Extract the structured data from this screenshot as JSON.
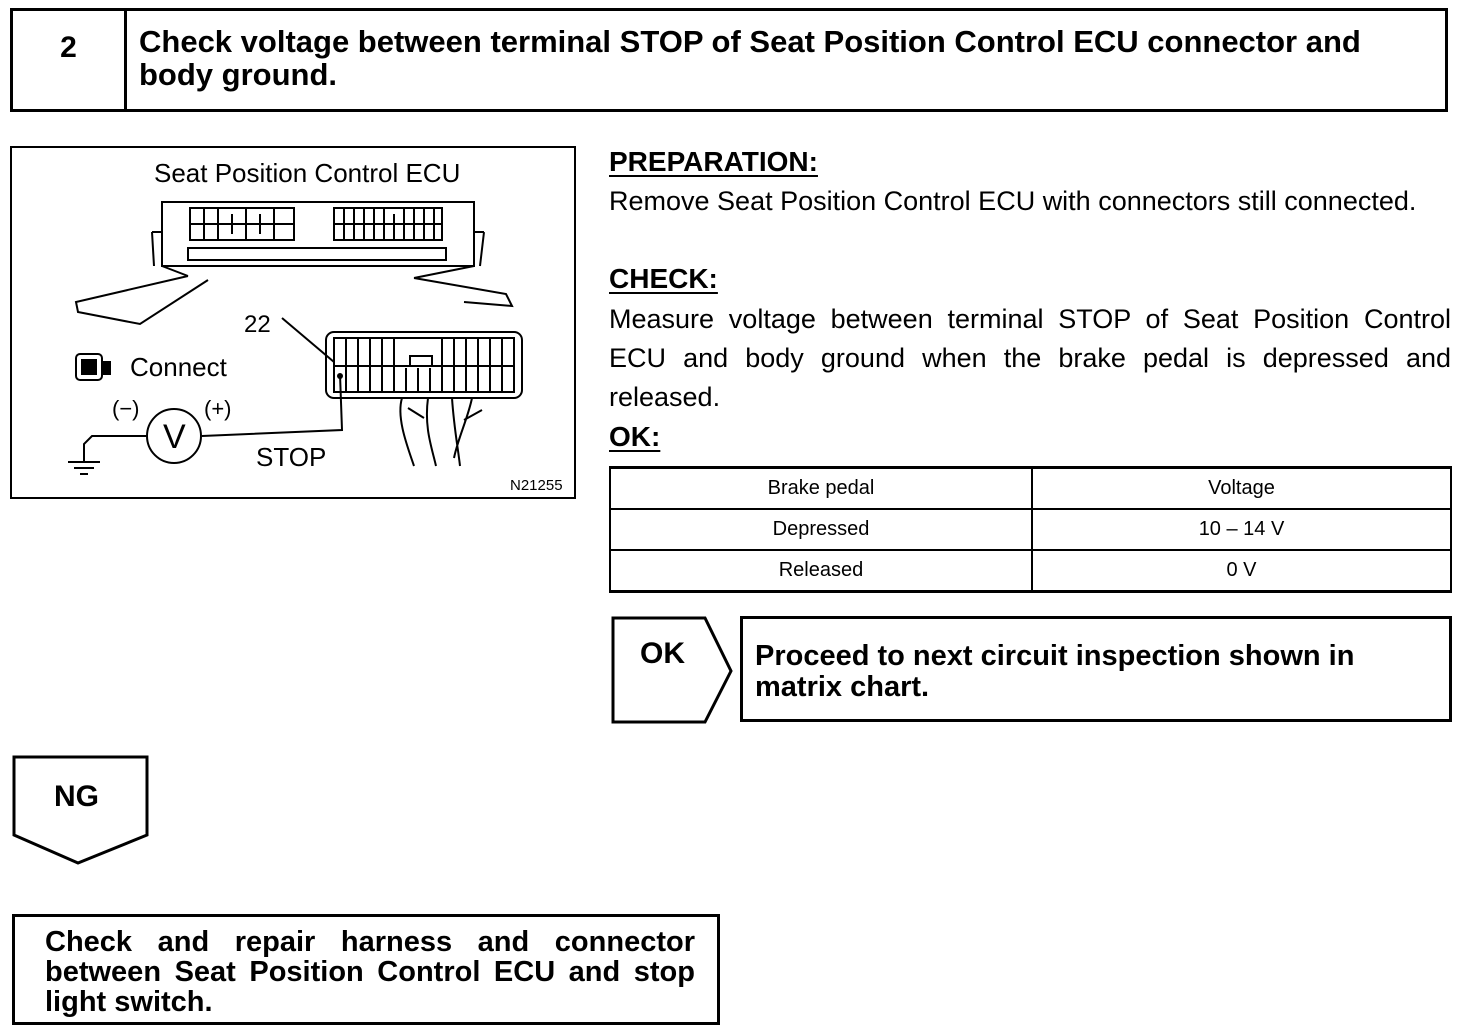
{
  "step": {
    "number": "2",
    "title": "Check voltage between terminal STOP of Seat Position Control ECU connector and body ground."
  },
  "figure": {
    "ecu_label": "Seat Position Control ECU",
    "terminal_number": "22",
    "connect_label": "Connect",
    "neg_label": "(−)",
    "pos_label": "(+)",
    "meter_symbol": "V",
    "stop_label": "STOP",
    "figure_code": "N21255",
    "icons": [
      "connector-icon",
      "voltmeter-icon",
      "ground-icon"
    ]
  },
  "preparation": {
    "heading": "PREPARATION:",
    "text": "Remove Seat Position Control ECU with connectors still connected."
  },
  "check": {
    "heading": "CHECK:",
    "text": "Measure voltage between terminal STOP of Seat Position Control ECU and body ground when the brake pedal is depressed and released."
  },
  "ok": {
    "heading": "OK:",
    "table": {
      "headers": [
        "Brake pedal",
        "Voltage"
      ],
      "rows": [
        [
          "Depressed",
          "10 – 14 V"
        ],
        [
          "Released",
          "0 V"
        ]
      ]
    }
  },
  "ok_result": {
    "label": "OK",
    "text": "Proceed to next circuit inspection shown in matrix chart."
  },
  "ng_result": {
    "label": "NG",
    "text": "Check and repair harness and connector between Seat Position Control ECU and stop light switch."
  }
}
